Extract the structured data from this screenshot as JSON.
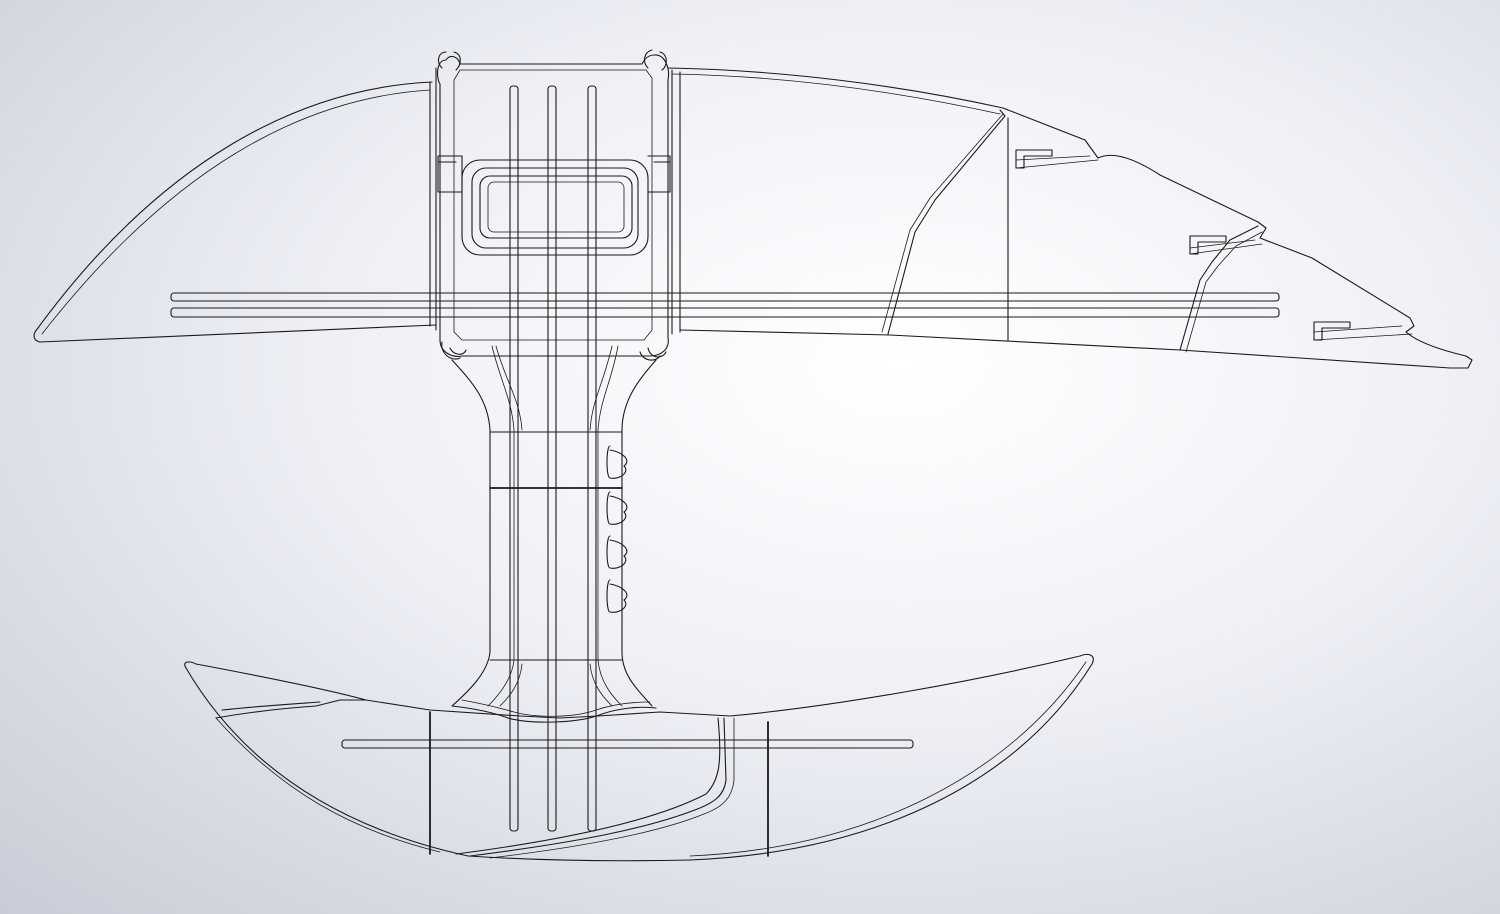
{
  "viewport": {
    "background_center": "#ffffff",
    "background_mid": "#eef0f6",
    "background_edge": "#c9ccd6",
    "line_color": "#1a1a1a"
  },
  "model": {
    "display_mode": "wireframe",
    "parts": [
      "upper-blade",
      "head-collar",
      "handle-shaft",
      "lower-blade"
    ],
    "handle_finger_notches": 4
  }
}
